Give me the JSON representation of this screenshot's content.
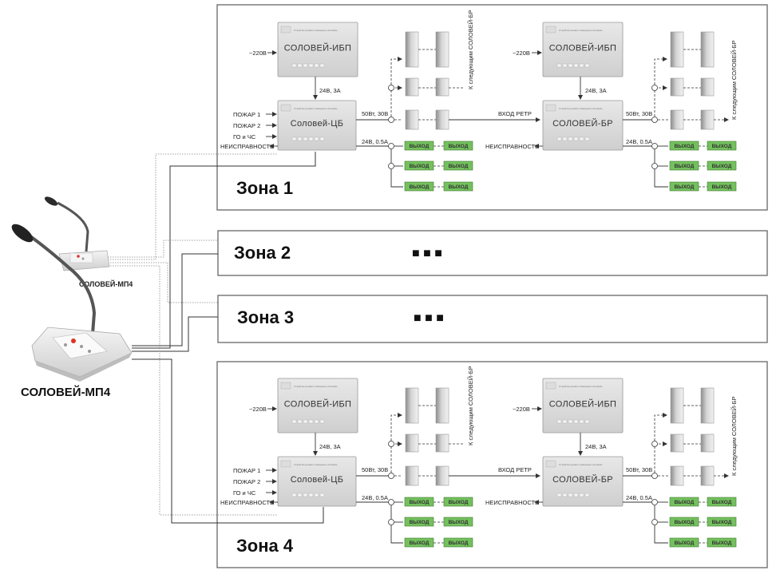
{
  "console": {
    "small_label": "СОЛОВЕЙ-МП4",
    "large_label": "СОЛОВЕЙ-МП4"
  },
  "zones": [
    {
      "title": "Зона 1",
      "detailed": true
    },
    {
      "title": "Зона 2",
      "detailed": false,
      "ellipsis": "■ ■ ■"
    },
    {
      "title": "Зона 3",
      "detailed": false,
      "ellipsis": "■ ■ ■"
    },
    {
      "title": "Зона 4",
      "detailed": true
    }
  ],
  "devices": {
    "ibp": "СОЛОВЕЙ-ИБП",
    "cb": "Соловей-ЦБ",
    "br": "СОЛОВЕЙ-БР",
    "micro_text": "Устройство речевого оповещения «Соловей»"
  },
  "labels": {
    "mains": "~220В",
    "ibp_output": "24В, 3А",
    "fire1": "ПОЖАР 1",
    "fire2": "ПОЖАР 2",
    "go_chs": "ГО и ЧС",
    "fault": "НЕИСПРАВНОСТЬ",
    "amp_output": "50Вт, 30В",
    "aux_output": "24В, 0.5А",
    "relay_input": "ВХОД РЕТР",
    "output_block": "ВЫХОД",
    "to_next_left": "К следующим СОЛОВЕЙ-БР",
    "to_next_right": "К следующим СОЛОВЕЙ-БР"
  }
}
